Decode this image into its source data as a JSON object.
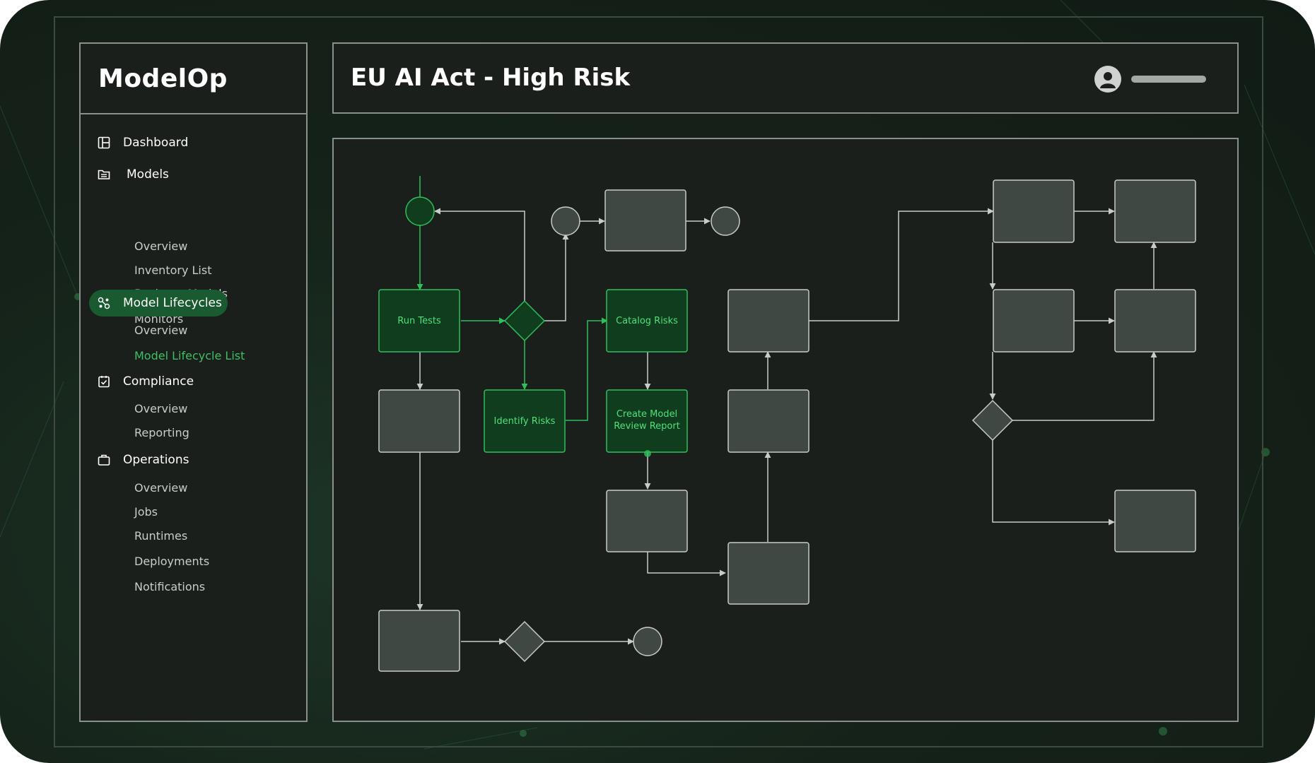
{
  "app": {
    "logo": "ModelOp"
  },
  "header": {
    "title": "EU AI Act - High Risk"
  },
  "sidebar": {
    "items": [
      {
        "label": "Dashboard",
        "icon": "dashboard-icon"
      },
      {
        "label": "Models",
        "icon": "folder-icon",
        "subitems": [
          "Overview",
          "Inventory List",
          "Business Models",
          "Monitors"
        ]
      },
      {
        "label": "Model Lifecycles",
        "icon": "lifecycle-icon",
        "active": true,
        "subitems": [
          "Overview",
          "Model Lifecycle List"
        ],
        "current_subitem": "Model Lifecycle List"
      },
      {
        "label": "Compliance",
        "icon": "checkbox-icon",
        "subitems": [
          "Overview",
          "Reporting"
        ]
      },
      {
        "label": "Operations",
        "icon": "briefcase-icon",
        "subitems": [
          "Overview",
          "Jobs",
          "Runtimes",
          "Deployments",
          "Notifications"
        ]
      }
    ]
  },
  "diagram": {
    "labels": {
      "run_tests": "Run Tests",
      "identify_risks": "Identify Risks",
      "catalog_risks": "Catalog Risks",
      "create_report_line1": "Create Model",
      "create_report_line2": "Review Report"
    }
  },
  "colors": {
    "accent_green": "#3fbf63",
    "active_nav_bg": "#1a5a30",
    "node_gray": "#3f4843",
    "node_green": "#0f3d1e",
    "panel_bg": "#1b1f1c"
  }
}
